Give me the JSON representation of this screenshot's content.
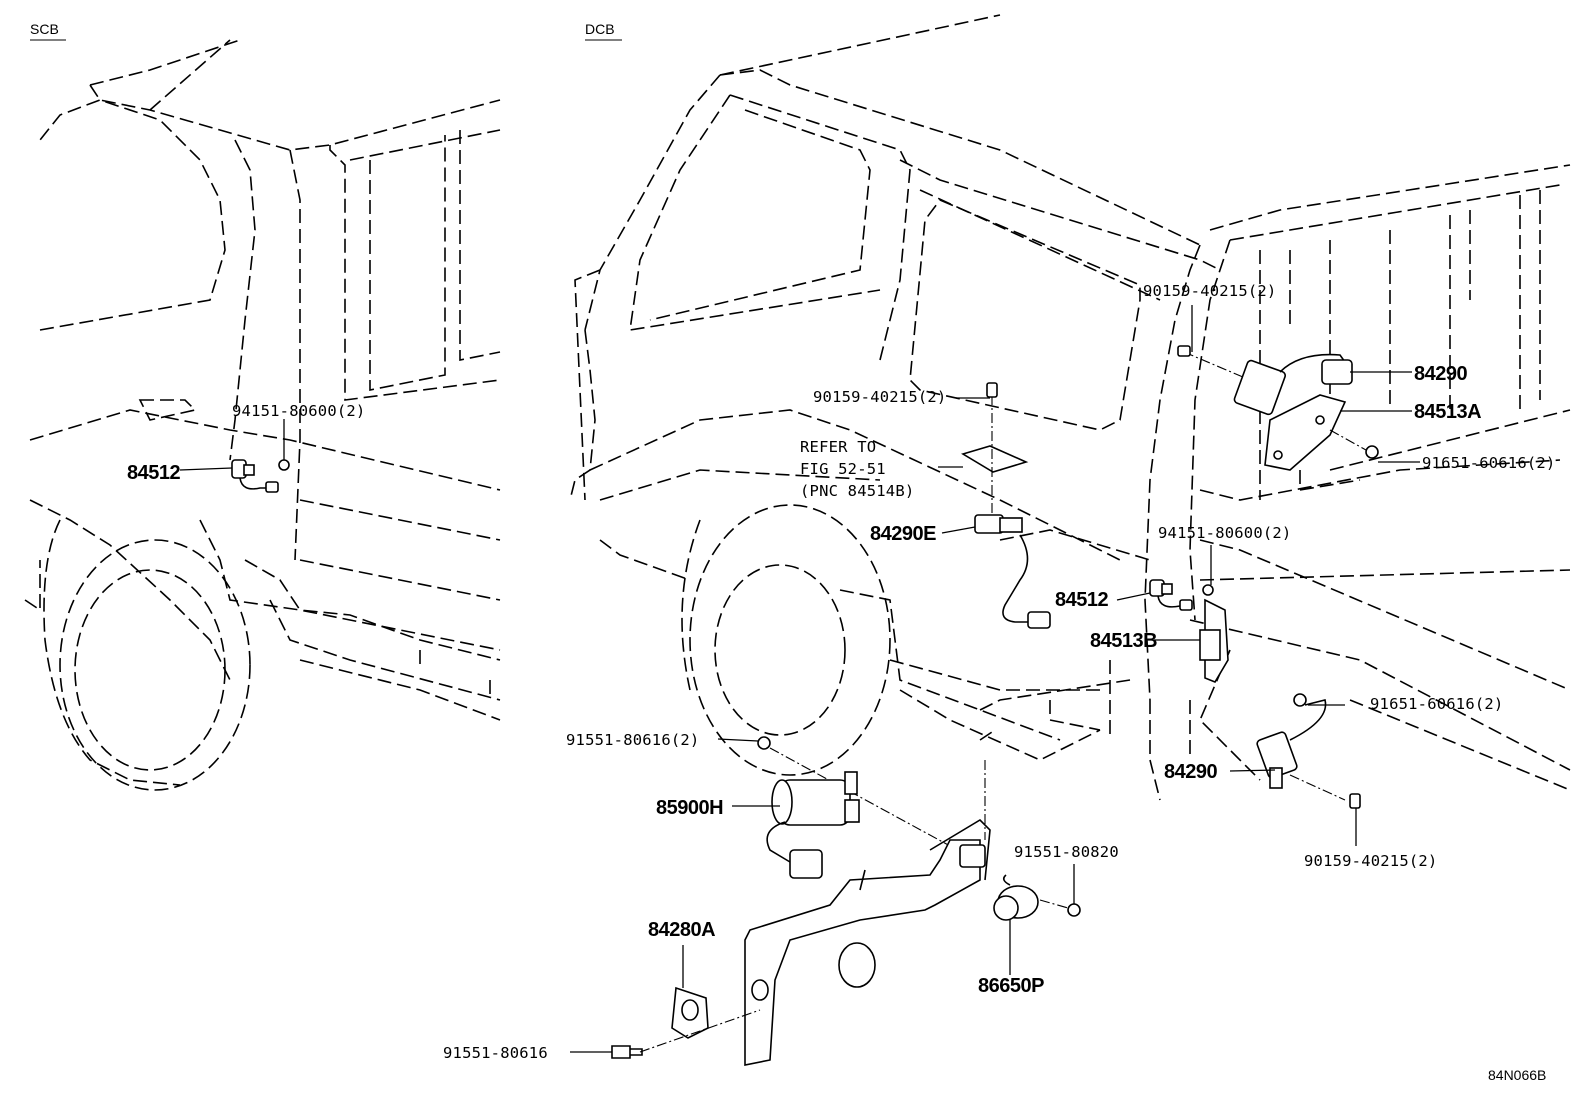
{
  "sections": {
    "left": "SCB",
    "right": "DCB"
  },
  "figure_code": "84N066B",
  "reference_note": [
    "REFER TO",
    "FIG 52-51",
    "(PNC 84514B)"
  ],
  "labels": {
    "scb_94151": "94151-80600(2)",
    "scb_84512": "84512",
    "dcb_90159_top_right": "90159-40215(2)",
    "dcb_84290_top": "84290",
    "dcb_84513A": "84513A",
    "dcb_91651_top": "91651-60616(2)",
    "dcb_90159_center": "90159-40215(2)",
    "dcb_84290E": "84290E",
    "dcb_94151": "94151-80600(2)",
    "dcb_84512": "84512",
    "dcb_84513B": "84513B",
    "dcb_91651_bottom": "91651-60616(2)",
    "dcb_84290_bottom": "84290",
    "dcb_90159_bottom": "90159-40215(2)",
    "dcb_91551_80616_2": "91551-80616(2)",
    "dcb_85900H": "85900H",
    "dcb_91551_80820": "91551-80820",
    "dcb_84280A": "84280A",
    "dcb_86650P": "86650P",
    "dcb_91551_80616": "91551-80616"
  }
}
